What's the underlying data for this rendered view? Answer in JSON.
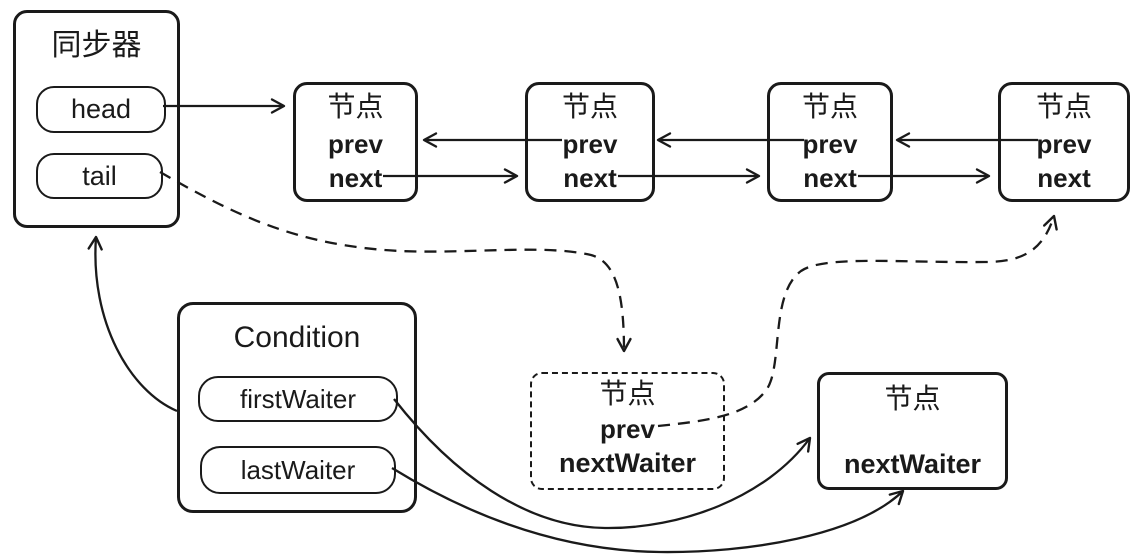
{
  "colors": {
    "stroke": "#1a1a1a",
    "background": "#ffffff"
  },
  "synchronizer": {
    "title": "同步器",
    "head_label": "head",
    "tail_label": "tail"
  },
  "sync_queue": {
    "nodes": [
      {
        "title": "节点",
        "prev_label": "prev",
        "next_label": "next"
      },
      {
        "title": "节点",
        "prev_label": "prev",
        "next_label": "next"
      },
      {
        "title": "节点",
        "prev_label": "prev",
        "next_label": "next"
      },
      {
        "title": "节点",
        "prev_label": "prev",
        "next_label": "next"
      }
    ]
  },
  "condition": {
    "title": "Condition",
    "first_waiter_label": "firstWaiter",
    "last_waiter_label": "lastWaiter"
  },
  "transferring_node": {
    "title": "节点",
    "prev_label": "prev",
    "next_waiter_label": "nextWaiter",
    "border_style": "dashed"
  },
  "waiting_node": {
    "title": "节点",
    "next_waiter_label": "nextWaiter"
  },
  "edges": [
    {
      "from": "synchronizer.head",
      "to": "sync_queue.nodes.0",
      "style": "solid"
    },
    {
      "from": "sync_queue.nodes.0.next",
      "to": "sync_queue.nodes.1",
      "style": "solid"
    },
    {
      "from": "sync_queue.nodes.1.next",
      "to": "sync_queue.nodes.2",
      "style": "solid"
    },
    {
      "from": "sync_queue.nodes.2.next",
      "to": "sync_queue.nodes.3",
      "style": "solid"
    },
    {
      "from": "sync_queue.nodes.1.prev",
      "to": "sync_queue.nodes.0",
      "style": "solid"
    },
    {
      "from": "sync_queue.nodes.2.prev",
      "to": "sync_queue.nodes.1",
      "style": "solid"
    },
    {
      "from": "sync_queue.nodes.3.prev",
      "to": "sync_queue.nodes.2",
      "style": "solid"
    },
    {
      "from": "synchronizer.tail",
      "to": "transferring_node",
      "style": "dashed"
    },
    {
      "from": "transferring_node.prev",
      "to": "sync_queue.nodes.3",
      "style": "dashed"
    },
    {
      "from": "condition",
      "to": "synchronizer",
      "style": "solid"
    },
    {
      "from": "condition.firstWaiter",
      "to": "waiting_node",
      "style": "solid"
    },
    {
      "from": "condition.lastWaiter",
      "to": "waiting_node",
      "style": "solid"
    }
  ]
}
